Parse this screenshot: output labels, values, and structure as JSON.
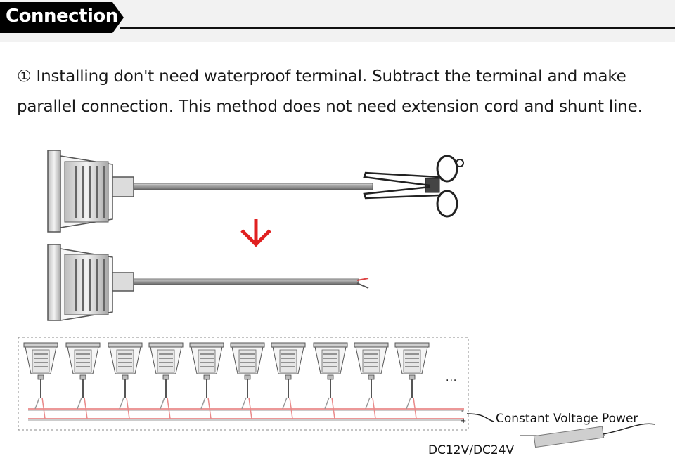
{
  "header": {
    "title": "Connection"
  },
  "description": {
    "marker": "①",
    "text": "Installing don't need waterproof terminal. Subtract the terminal and make parallel connection. This method does not need extension cord and shunt line."
  },
  "labels": {
    "power": "Constant Voltage Power",
    "voltage": "DC12V/DC24V",
    "continuation": "..."
  },
  "colors": {
    "arrow": "#e02020",
    "positive_wire": "#e98a8a",
    "negative_wire": "#8a8a8a"
  },
  "icons": [
    "scissors-icon",
    "down-arrow-icon"
  ]
}
